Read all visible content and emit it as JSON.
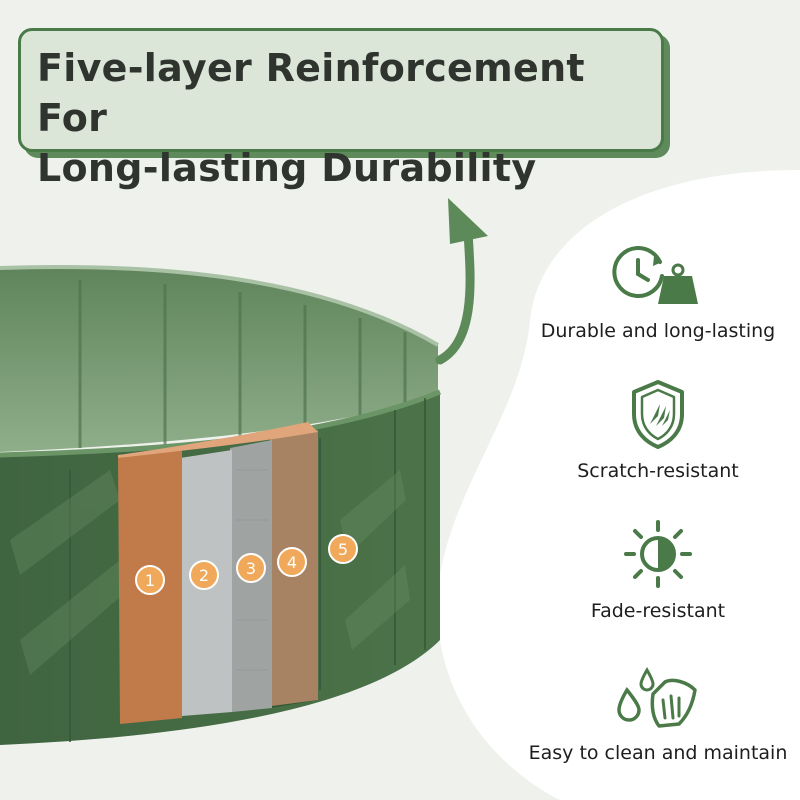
{
  "banner": {
    "title": "Five-layer Reinforcement For\nLong-lasting Durability"
  },
  "layers": [
    {
      "number": "1",
      "name": "layer-1",
      "color": "#c17a4a"
    },
    {
      "number": "2",
      "name": "layer-2",
      "color": "#b8bbbc"
    },
    {
      "number": "3",
      "name": "layer-3",
      "color": "#9fa4a3"
    },
    {
      "number": "4",
      "name": "layer-4",
      "color": "#a78364"
    },
    {
      "number": "5",
      "name": "layer-5",
      "color": "#3e6a40"
    }
  ],
  "features": [
    {
      "label": "Durable and long-lasting",
      "icon": "clock-weight-icon"
    },
    {
      "label": "Scratch-resistant",
      "icon": "shield-scratch-icon"
    },
    {
      "label": "Fade-resistant",
      "icon": "sun-half-icon"
    },
    {
      "label": "Easy to clean and maintain",
      "icon": "droplets-hand-wipe-icon"
    }
  ],
  "colors": {
    "accent_green": "#4a7a48",
    "bed_green": "#4a6e48",
    "banner_fill": "#dbe6d9",
    "badge_orange": "#f0a85a"
  }
}
